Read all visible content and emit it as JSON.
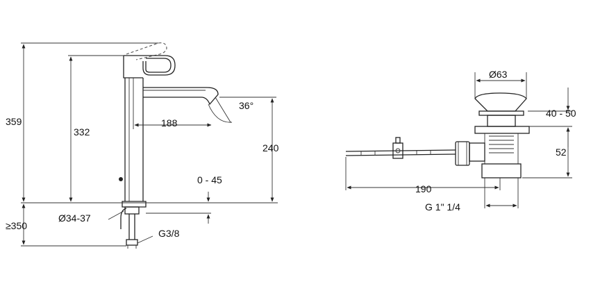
{
  "dimensions": {
    "faucet_total_height": "359",
    "faucet_spout_height": "332",
    "spout_reach": "188",
    "spout_angle": "36°",
    "body_height": "240",
    "deck_thickness_range": "0 - 45",
    "base_diameter_range": "Ø34-37",
    "below_deck_length": "≥350",
    "inlet_thread": "G3/8",
    "drain_plug_diameter": "Ø63",
    "drain_flange_range": "40 - 50",
    "drain_body_height": "52",
    "pull_rod_length": "190",
    "drain_thread": "G 1\" 1/4"
  },
  "colors": {
    "line": "#222222",
    "background": "#ffffff"
  }
}
